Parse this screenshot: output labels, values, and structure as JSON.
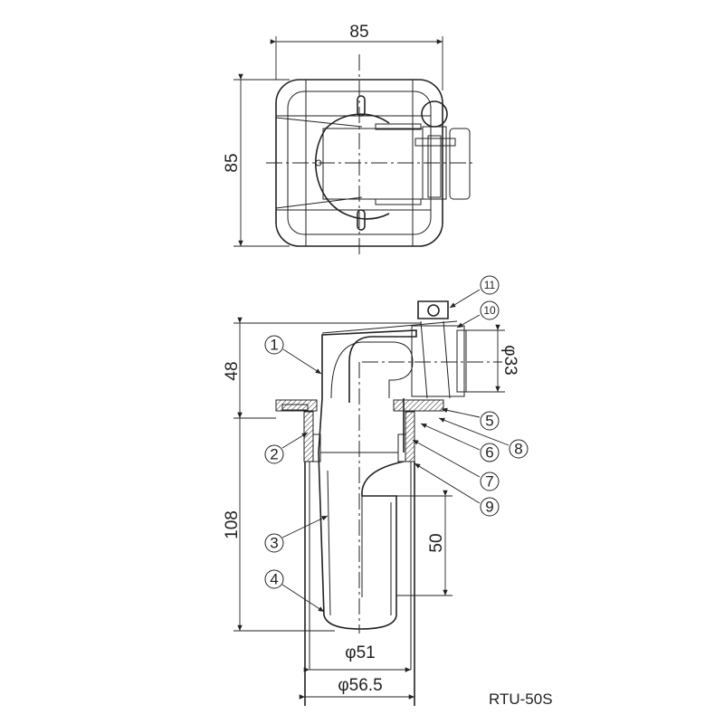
{
  "top_view": {
    "width_dim": "85",
    "height_dim": "85"
  },
  "side_view": {
    "dims": {
      "upper_height": "48",
      "body_height": "108",
      "water_seal": "50",
      "outlet_dia": "φ33",
      "inner_dia": "φ51",
      "outer_dia": "φ56.5"
    },
    "parts": [
      "1",
      "2",
      "3",
      "4",
      "5",
      "6",
      "7",
      "8",
      "9",
      "10",
      "11"
    ]
  },
  "model": "RTU-50S"
}
